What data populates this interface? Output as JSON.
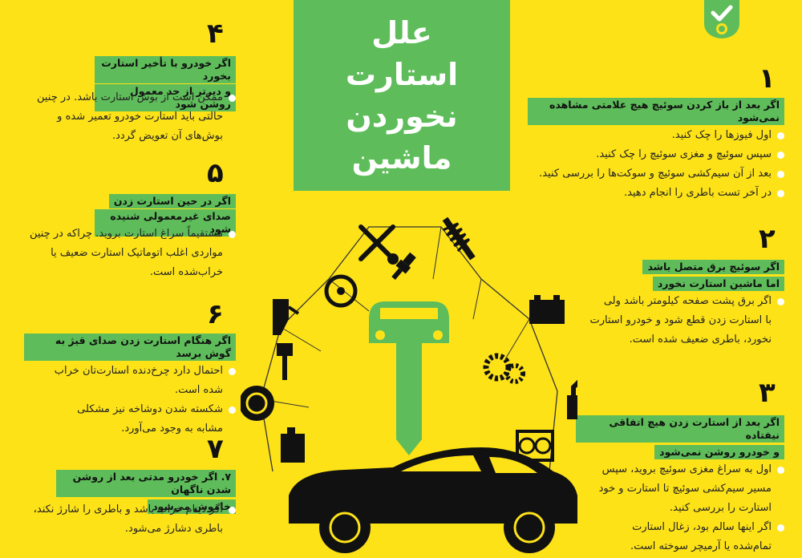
{
  "title": {
    "line1": "علل",
    "line2": "استارت نخوردن",
    "line3": "ماشین"
  },
  "colors": {
    "background": "#fde218",
    "accent": "#5ebd5a",
    "dark": "#111111"
  },
  "logo": {
    "icon": "check-badge-icon"
  },
  "sections": [
    {
      "num": "۱",
      "headings": [
        "اگر بعد از باز کردن سوئیچ هیچ علامتی مشاهده نمی‌شود"
      ],
      "bullets": [
        "اول فیوزها را چک کنید.",
        "سپس سوئیچ و مغزی سوئیچ را چک کنید.",
        "بعد از آن سیم‌کشی سوئیچ و سوکت‌ها را بررسی کنید.",
        "در آخر تست باطری را انجام دهید."
      ]
    },
    {
      "num": "۲",
      "headings": [
        "اگر سوئیچ برق متصل باشد",
        "اما ماشین استارت نخورد"
      ],
      "bullets": [
        "اگر برق پشت صفحه کیلومتر باشد ولی"
      ],
      "extra": [
        "با استارت زدن قطع شود و خودرو استارت",
        "نخورد، باطری ضعیف شده است."
      ]
    },
    {
      "num": "۳",
      "headings": [
        "اگر بعد از استارت زدن هیچ اتفاقی نیفتاده",
        "و خودرو روشن نمی‌شود"
      ],
      "bullets": [
        "اول به سراغ مغزی سوئیچ بروید، سپس"
      ],
      "extra": [
        "مسیر سیم‌کشی سوئیچ تا استارت و خود",
        "استارت را بررسی کنید."
      ],
      "bullets2": [
        "اگر اینها سالم بود، زغال استارت"
      ],
      "extra2": [
        "تمام‌شده یا آرمیچر سوخته است."
      ]
    },
    {
      "num": "۴",
      "headings": [
        "اگر خودرو با تأخیر استارت بخورد",
        "و دیرتر از حد معمول روشن شود"
      ],
      "bullets": [
        "ممکن است از بوش استارت باشد. در چنین"
      ],
      "extra": [
        "حالتی باید استارت خودرو تعمیر شده و",
        "بوش‌های آن تعویض گردد."
      ]
    },
    {
      "num": "۵",
      "headings": [
        "اگر در حین استارت زدن",
        "صدای غیرمعمولی شنیده شود"
      ],
      "bullets": [
        "مستقیماً سراغ استارت بروید. چراکه در چنین"
      ],
      "extra": [
        "مواردی اغلب اتوماتیک استارت ضعیف یا",
        "خراب‌شده است."
      ]
    },
    {
      "num": "۶",
      "headings": [
        "اگر هنگام استارت زدن صدای قیژ به گوش برسد"
      ],
      "bullets": [
        "احتمال دارد چرخ‌دنده استارت‌تان خراب"
      ],
      "extra": [
        "شده است."
      ],
      "bullets2": [
        "شکسته شدن دوشاخه نیز مشکلی"
      ],
      "extra2": [
        "مشابه به وجود می‌آورد."
      ]
    },
    {
      "num": "۷",
      "headings": [
        "۷. اگر خودرو مدتی بعد از روشن شدن ناگهان",
        "خاموش می‌شود"
      ],
      "bullets": [
        "اگر دینام خراب باشد و باطری را شارژ نکند،"
      ],
      "extra": [
        "باطری دشارژ می‌شود."
      ]
    }
  ],
  "illustration": {
    "icons": [
      "wrench-screwdriver-icon",
      "shock-absorber-icon",
      "spark-plug-icon",
      "brake-disc-icon",
      "battery-icon",
      "fuel-nozzle-icon",
      "gears-icon",
      "piston-icon",
      "exhaust-icon",
      "wheel-icon",
      "radiator-icon",
      "oil-can-icon",
      "car-key-icon",
      "car-silhouette-icon"
    ]
  }
}
